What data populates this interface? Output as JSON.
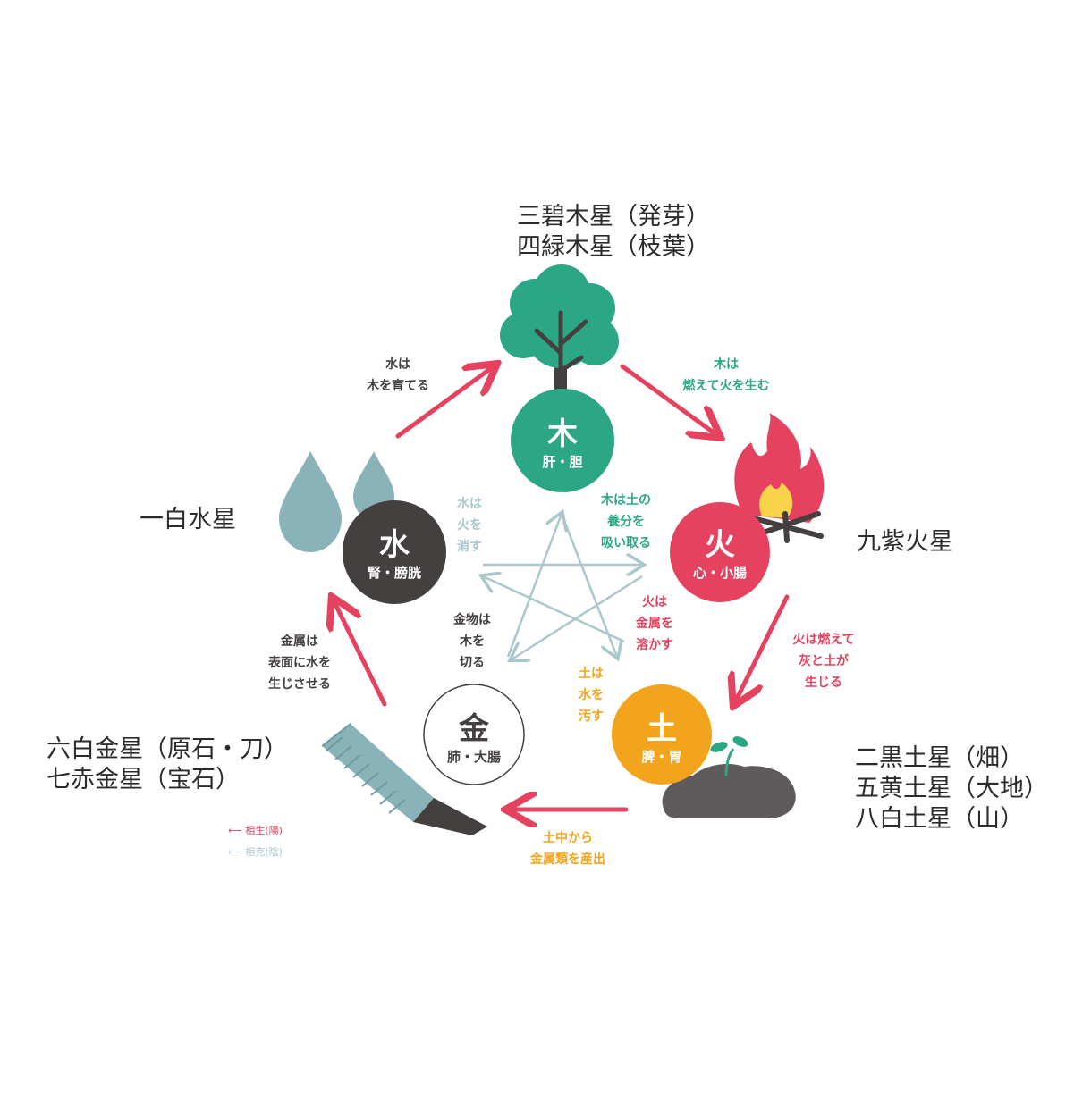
{
  "colors": {
    "wood": "#2ba786",
    "fire": "#e5425f",
    "earth": "#f2a41c",
    "water": "#444040",
    "metal_border": "#444040",
    "drop": "#8ab3b9",
    "generate_arrow": "#e5425f",
    "control_arrow": "#a9c7cc"
  },
  "stars": {
    "wood": [
      "三碧木星（発芽）",
      "四緑木星（枝葉）"
    ],
    "fire": [
      "九紫火星"
    ],
    "earth": [
      "二黒土星（畑）",
      "五黄土星（大地）",
      "八白土星（山）"
    ],
    "metal": [
      "六白金星（原石・刀）",
      "七赤金星（宝石）"
    ],
    "water": [
      "一白水星"
    ]
  },
  "elements": {
    "wood": {
      "kanji": "木",
      "organs": "肝・胆",
      "icon": "tree-icon"
    },
    "fire": {
      "kanji": "火",
      "organs": "心・小腸",
      "icon": "flame-icon"
    },
    "earth": {
      "kanji": "土",
      "organs": "脾・胃",
      "icon": "soil-sprout-icon"
    },
    "metal": {
      "kanji": "金",
      "organs": "肺・大腸",
      "icon": "saw-blade-icon"
    },
    "water": {
      "kanji": "水",
      "organs": "腎・膀胱",
      "icon": "water-drop-icon"
    }
  },
  "generating_notes": {
    "water_wood": [
      "水は",
      "木を育てる"
    ],
    "wood_fire": [
      "木は",
      "燃えて火を生む"
    ],
    "fire_earth": [
      "火は燃えて",
      "灰と土が",
      "生じる"
    ],
    "earth_metal": [
      "土中から",
      "金属類を産出"
    ],
    "metal_water": [
      "金属は",
      "表面に水を",
      "生じさせる"
    ]
  },
  "controlling_notes": {
    "wood_earth": [
      "木は土の",
      "養分を",
      "吸い取る"
    ],
    "water_fire": [
      "水は",
      "火を",
      "消す"
    ],
    "fire_metal": [
      "火は",
      "金属を",
      "溶かす"
    ],
    "metal_wood": [
      "金物は",
      "木を",
      "切る"
    ],
    "earth_water": [
      "土は",
      "水を",
      "汚す"
    ]
  },
  "legend": {
    "generate": "相生(陽)",
    "control": "相克(陰)"
  }
}
